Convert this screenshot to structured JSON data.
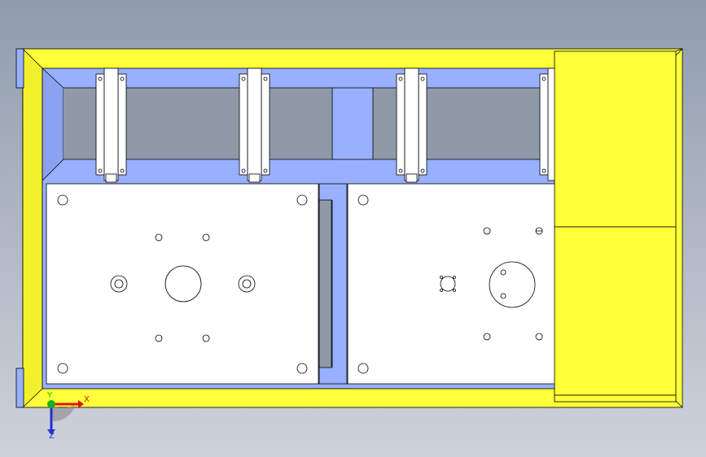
{
  "viewport": {
    "triad": {
      "x_label": "X",
      "y_label": "Y",
      "z_label": "Z"
    },
    "colors": {
      "frame": "#ffff3a",
      "frame_shade": "#e6e620",
      "rails": "#98b0ff",
      "plate": "#ffffff",
      "edges": "#000000",
      "axis_x": "#e01010",
      "axis_y": "#18b018",
      "axis_z": "#2030d0"
    }
  }
}
